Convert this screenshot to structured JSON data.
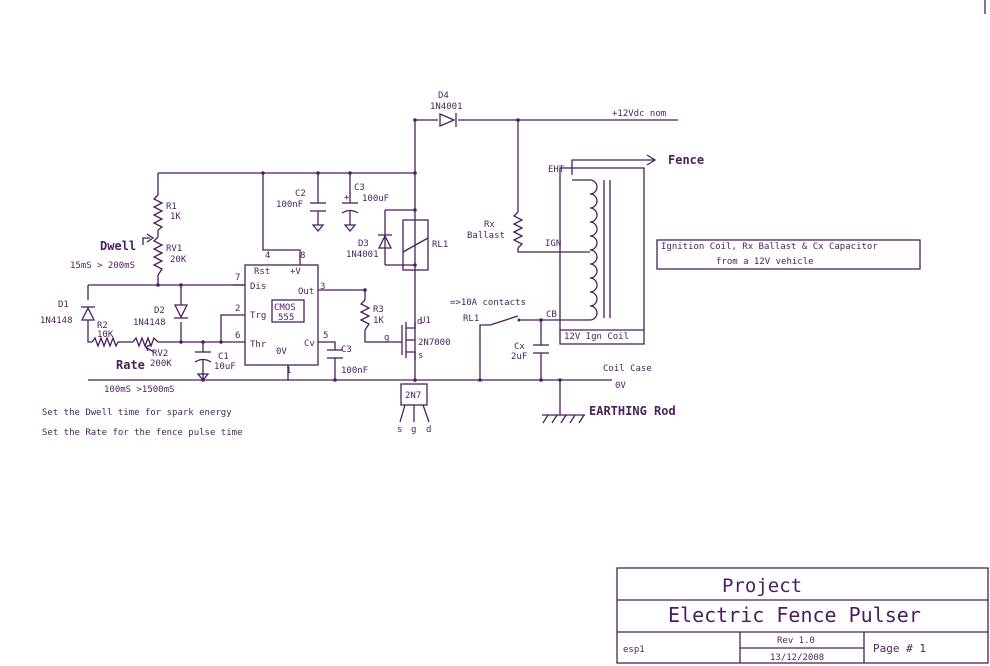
{
  "colors": {
    "ink": "#4a1f5c",
    "background": "#ffffff"
  },
  "components": {
    "d4_ref": "D4",
    "d4_val": "1N4001",
    "supply": "+12Vdc nom",
    "fence": "Fence",
    "eht": "EHT",
    "r1_ref": "R1",
    "r1_val": "1K",
    "dwell": "Dwell",
    "rv1_ref": "RV1",
    "rv1_val": "20K",
    "dwell_range": "15mS > 200mS",
    "c2_ref": "C2",
    "c2_val": "100nF",
    "c3a_ref": "C3",
    "c3a_val": "100uF",
    "d3_ref": "D3",
    "d3_val": "1N4001",
    "rl1_ref": "RL1",
    "rx_ref": "Rx",
    "rx_val": "Ballast",
    "ign": "IGN",
    "pin_rst": "Rst",
    "pin_v": "+V",
    "pin_dis": "Dis",
    "pin_trg": "Trg",
    "pin_thr": "Thr",
    "pin_0v": "0V",
    "pin_cv": "Cv",
    "pin_out": "Out",
    "pin4": "4",
    "pin8": "8",
    "pin7": "7",
    "pin2": "2",
    "pin6": "6",
    "pin1": "1",
    "pin5": "5",
    "pin3": "3",
    "cmos": "CMOS",
    "chip": "555",
    "d1_ref": "D1",
    "d1_val": "1N4148",
    "r2_ref": "R2",
    "r2_val": "10K",
    "d2_ref": "D2",
    "d2_val": "1N4148",
    "rate": "Rate",
    "rv2_ref": "RV2",
    "rv2_val": "200K",
    "c1_ref": "C1",
    "c1_val": "10uF",
    "c3b_ref": "C3",
    "c3b_val": "100nF",
    "r3_ref": "R3",
    "r3_val": "1K",
    "u1_ref": "U1",
    "u1_val": "2N7000",
    "pin_d": "d",
    "pin_s": "s",
    "pin_g": "g",
    "rate_range": "100mS >1500mS",
    "contacts": "=>10A contacts",
    "rl1_contact": "RL1",
    "cb": "CB",
    "cx_ref": "Cx",
    "cx_val": "2uF",
    "coil_label": "12V Ign Coil",
    "coil_case": "Coil Case",
    "zero_v": "0V",
    "earthing": "EARTHING Rod",
    "pkg": "2N7",
    "pkg_s": "s",
    "pkg_g": "g",
    "pkg_d": "d",
    "note_box_line1": "Ignition Coil, Rx Ballast & Cx Capacitor",
    "note_box_line2": "from a 12V vehicle",
    "note1": "Set the Dwell time for spark energy",
    "note2": "Set the Rate for the fence pulse time"
  },
  "title_block": {
    "project_label": "Project",
    "title": "Electric Fence Pulser",
    "sheet": "esp1",
    "revision": "Rev 1.0",
    "date": "13/12/2008",
    "page": "Page # 1"
  }
}
